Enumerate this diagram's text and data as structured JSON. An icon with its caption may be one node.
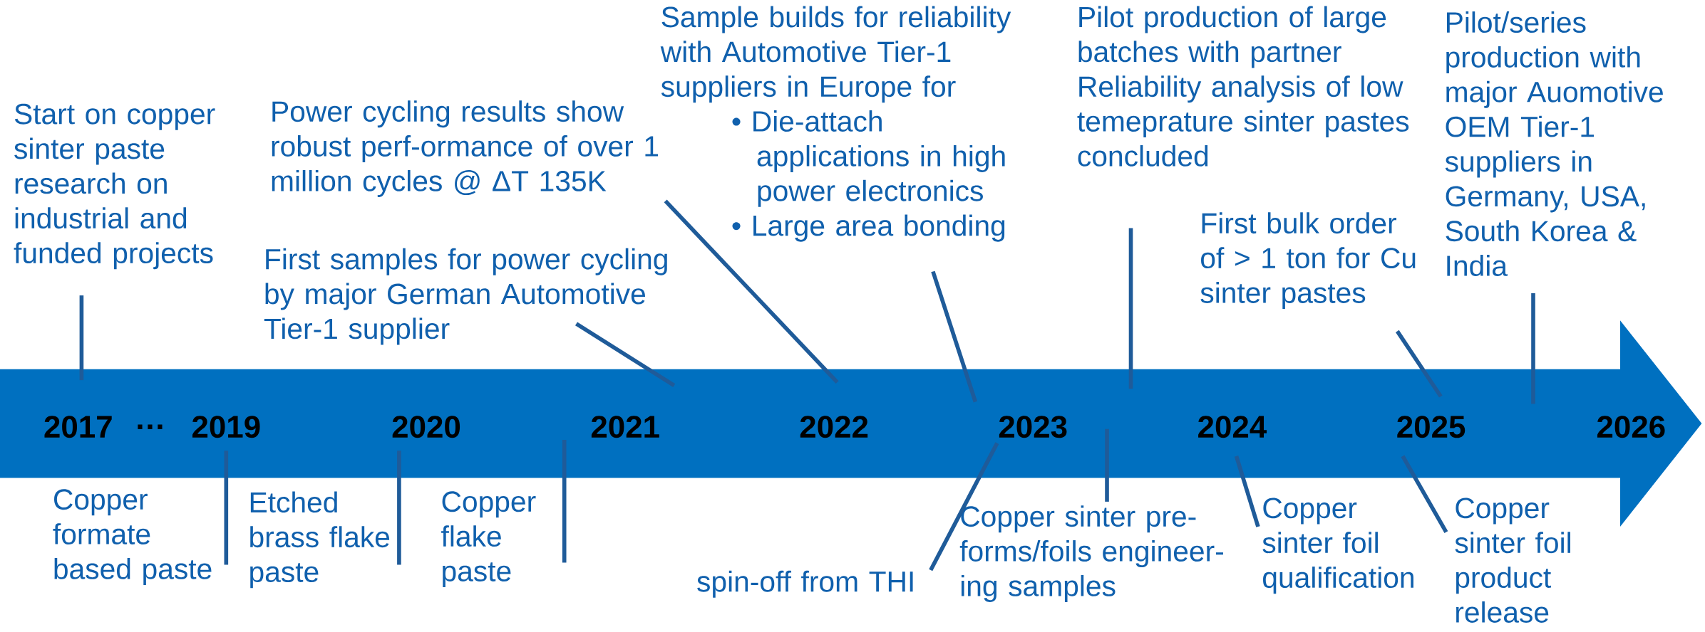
{
  "diagram": {
    "nodes": [
      {
        "text": [],
        "shape": "arrow"
      },
      {
        "text": [
          "Start on copper sinter paste research on industrial and funded projects"
        ]
      },
      {
        "text": [
          "Power cycling results show robust perf-ormance of over 1 million cycles @ ΔT 135K"
        ]
      },
      {
        "text": [
          "First samples for power cycling by major German Automotive Tier-1 supplier"
        ]
      },
      {
        "text": [
          "Sample builds for reliability with Automotive Tier-1 suppliers in Europe for",
          "• Die-attach applications in high power electronics",
          "• Large area bonding"
        ]
      },
      {
        "text": [
          "Pilot production of large batches with partner",
          "Reliability analysis of low temeprature sinter pastes concluded"
        ]
      },
      {
        "text": [
          "First bulk order of > 1 ton for Cu sinter pastes"
        ]
      },
      {
        "text": [
          "Pilot/series production with major Auomotive OEM Tier-1 suppliers in Germany, USA, South Korea & India"
        ]
      },
      {
        "text": [
          "Copper formate based paste"
        ]
      },
      {
        "text": [
          "Etched brass flake paste"
        ]
      },
      {
        "text": [
          "Copper flake paste"
        ]
      },
      {
        "text": [
          "spin-off from THI"
        ]
      },
      {
        "text": [
          "Copper sinter pre-forms/foils engineer-ing samples"
        ]
      },
      {
        "text": [
          "Copper sinter foil qualification"
        ]
      },
      {
        "text": [
          "Copper sinter foil product release"
        ]
      }
    ],
    "edges": [
      {
        "from": 1,
        "to": 0,
        "arrow": "none"
      },
      {
        "from": 2,
        "to": 0,
        "arrow": "none"
      },
      {
        "from": 3,
        "to": 0,
        "arrow": "none"
      },
      {
        "from": 4,
        "to": 0,
        "arrow": "none"
      },
      {
        "from": 5,
        "to": 0,
        "arrow": "none"
      },
      {
        "from": 6,
        "to": 0,
        "arrow": "none"
      },
      {
        "from": 7,
        "to": 0,
        "arrow": "none"
      },
      {
        "from": 8,
        "to": 0,
        "arrow": "none"
      },
      {
        "from": 9,
        "to": 0,
        "arrow": "none"
      },
      {
        "from": 10,
        "to": 0,
        "arrow": "none"
      },
      {
        "from": 11,
        "to": 0,
        "arrow": "none"
      },
      {
        "from": 12,
        "to": 0,
        "arrow": "none"
      },
      {
        "from": 13,
        "to": 0,
        "arrow": "none"
      },
      {
        "from": 14,
        "to": 0,
        "arrow": "none"
      }
    ],
    "labels": [
      "2017",
      "…",
      "2019",
      "2020",
      "2021",
      "2022",
      "2023",
      "2024",
      "2025",
      "2026"
    ]
  }
}
